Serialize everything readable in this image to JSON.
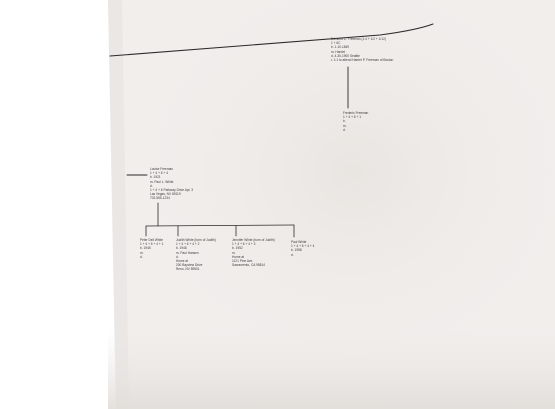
{
  "nodes": {
    "edmund": {
      "lines": [
        "Edmund C. Freeman (1.4 + 1/2 + 1/12)",
        "1 + 6C",
        "b.  1-10-1849",
        "m.  Harriet",
        "d.  4-30-1900 Seattle",
        "r.  1:1 to attend Harriet P. Freeman of Boston"
      ]
    },
    "frederic": {
      "lines": [
        "Frederic Freeman",
        "1 + 4 + 6 + 1",
        "b.",
        "m.",
        "d."
      ]
    },
    "middle": {
      "lines": [
        "Louise Freeman",
        "1 + 4 + 6 + 4",
        "b.  1921",
        "m.  Paul L. White",
        "d.",
        "1 + 4 + 6  Parkway Drive Apt. 3",
        "Las Vegas, NV 89119",
        "702-555-1234"
      ]
    },
    "child1": {
      "lines": [
        "Peter Dell White",
        "1 + 4 + 6 + 4 + 1",
        "b.  1945",
        "m.",
        "d."
      ]
    },
    "child2": {
      "lines": [
        "Judith  White (born of Judith)",
        "1 + 4 + 6 + 4 + 2",
        "b.  1948",
        "m.  Paul Hansen",
        "d.",
        "Home at",
        "200 Bayview Drive",
        "Reno, NV  89501"
      ]
    },
    "child3": {
      "lines": [
        "Jennifer  White (born of Judith)",
        "1 + 4 + 6 + 4 + 3",
        "b.  1952",
        "m.",
        "Home at",
        "1121 Pine Ave.",
        "Sacramento, CA  95814"
      ]
    },
    "child4": {
      "lines": [
        "Paul   White",
        "1 + 4 + 6 + 4 + 4",
        "b.  1958",
        "d."
      ]
    }
  },
  "colors": {
    "paper": "#f1eeec",
    "shadow": "#dcd8d5",
    "line": "#2c2b29",
    "text": "#3d3c3a"
  }
}
